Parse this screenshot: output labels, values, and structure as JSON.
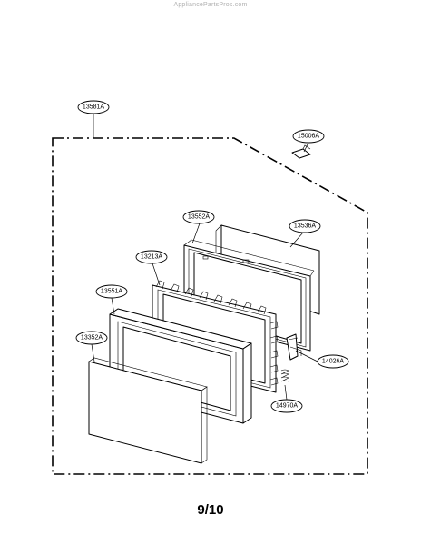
{
  "watermark": "AppliancePartsPros.com",
  "page_number": "9/10",
  "callouts": {
    "c13581A": "13581A",
    "c15006A": "15006A",
    "c13552A": "13552A",
    "c13536A": "13536A",
    "c13213A": "13213A",
    "c13551A": "13551A",
    "c13352A": "13352A",
    "c14026A": "14026A",
    "c14970A": "14970A"
  }
}
